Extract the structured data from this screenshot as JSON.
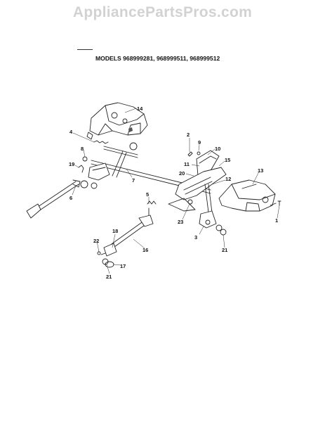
{
  "watermark": "AppliancePartsPros.com",
  "models_line": "MODELS 968999281, 968999511, 968999512",
  "callouts": [
    {
      "id": "c14",
      "label": "14"
    },
    {
      "id": "c4",
      "label": "4"
    },
    {
      "id": "c8",
      "label": "8"
    },
    {
      "id": "c19",
      "label": "19"
    },
    {
      "id": "c6",
      "label": "6"
    },
    {
      "id": "c7",
      "label": "7"
    },
    {
      "id": "c2",
      "label": "2"
    },
    {
      "id": "c9",
      "label": "9"
    },
    {
      "id": "c10",
      "label": "10"
    },
    {
      "id": "c11",
      "label": "11"
    },
    {
      "id": "c15",
      "label": "15"
    },
    {
      "id": "c20",
      "label": "20"
    },
    {
      "id": "c13",
      "label": "13"
    },
    {
      "id": "c12",
      "label": "12"
    },
    {
      "id": "c5",
      "label": "5"
    },
    {
      "id": "c23",
      "label": "23"
    },
    {
      "id": "c1",
      "label": "1"
    },
    {
      "id": "c3",
      "label": "3"
    },
    {
      "id": "c21a",
      "label": "21"
    },
    {
      "id": "c18",
      "label": "18"
    },
    {
      "id": "c22",
      "label": "22"
    },
    {
      "id": "c16",
      "label": "16"
    },
    {
      "id": "c17",
      "label": "17"
    },
    {
      "id": "c21b",
      "label": "21"
    }
  ]
}
